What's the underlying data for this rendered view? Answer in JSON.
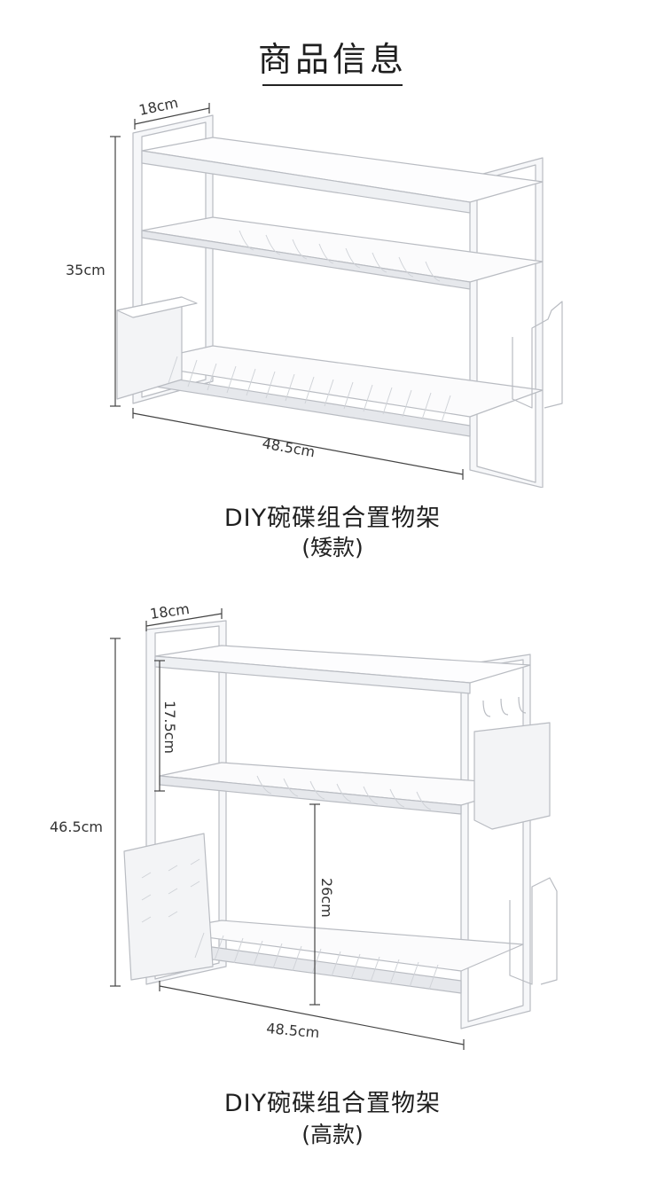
{
  "header": {
    "title": "商品信息"
  },
  "products": [
    {
      "dimensions": {
        "depth": "18cm",
        "height": "35cm",
        "width": "48.5cm"
      },
      "name": "DIY碗碟组合置物架",
      "variant": "(矮款)"
    },
    {
      "dimensions": {
        "depth": "18cm",
        "height": "46.5cm",
        "width": "48.5cm",
        "upper_gap": "17.5cm",
        "lower_gap": "26cm"
      },
      "name": "DIY碗碟组合置物架",
      "variant": "(高款)"
    }
  ]
}
